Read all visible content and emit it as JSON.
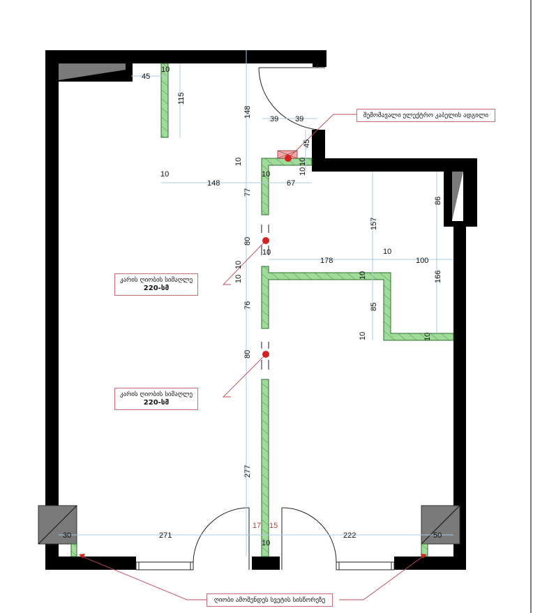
{
  "colors": {
    "wall": "#000000",
    "new_partition_fill": "#9fdc9a",
    "new_partition_stroke": "#2f6b2f",
    "dimension_line": "#a8c8e0",
    "leader_line": "#c0475a",
    "marker": "#d42020",
    "column_fill": "#7a7a7a",
    "cable_box_fill": "#f1a9a9"
  },
  "dimensions": {
    "top_partition_gap": "45",
    "top_partition_thickness": "10",
    "top_partition_length": "115",
    "center_top_vertical": "148",
    "door_half_left": "39",
    "door_half_right": "39",
    "notch_height": "45",
    "notch_wall_a": "10",
    "notch_wall_b": "10",
    "left_offset": "10",
    "left_span": "148",
    "right_span": "67",
    "small_10_a": "10",
    "partition_thickness_top": "10",
    "segment_77": "77",
    "opening_80_top": "80",
    "small_10_b": "10",
    "small_10_c": "10",
    "small_10_d": "10",
    "segment_76": "76",
    "opening_80_bottom": "80",
    "segment_277": "277",
    "room_width_178": "178",
    "gap_10": "10",
    "right_span_100": "100",
    "right_vertical_157": "157",
    "right_vertical_86": "86",
    "right_vertical_166": "166",
    "inner_vertical_85": "85",
    "inner_bottom_10": "10",
    "inner_wall_10_a": "10",
    "inner_wall_10_b": "10",
    "bottom_left_30": "30",
    "bottom_left_271": "271",
    "bottom_center_17": "17",
    "bottom_center_15": "15",
    "bottom_center_10": "10",
    "bottom_right_222": "222",
    "bottom_right_50": "50"
  },
  "annotations": {
    "cable_entry": "შემომავალი ელექტრო კაბელის ადგილი",
    "door_opening_1": {
      "line1": "კარის ღიობის სიმაღლე",
      "line2": "220-სმ"
    },
    "door_opening_2": {
      "line1": "კარის ღიობის სიმაღლე",
      "line2": "220-სმ"
    },
    "opening_closure": "ღიობი ამოშენდეს სვეტის სისწორეზე"
  }
}
